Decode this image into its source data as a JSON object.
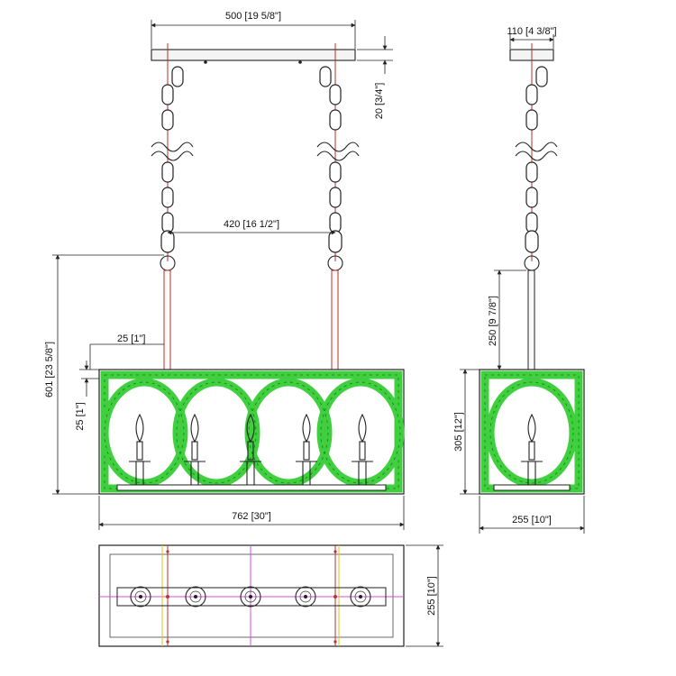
{
  "dimensions": {
    "canopy_width": "500 [19 5/8\"]",
    "canopy_depth": "110 [4 3/8\"]",
    "canopy_height": "20 [3/4\"]",
    "rod_spacing": "420 [16 1/2\"]",
    "frame_top_offset": "25 [1\"]",
    "overall_height": "601 [23 5/8\"]",
    "frame_band": "25 [1\"]",
    "body_length": "762 [30\"]",
    "side_rod_length": "250 [9 7/8\"]",
    "body_height": "305 [12\"]",
    "body_width": "255 [10\"]",
    "bottom_width": "255 [10\"]"
  },
  "colors": {
    "frame": "#3fcf3f",
    "rod": "#b0332c",
    "center_line": "#d44fd4",
    "yellow_line": "#e0c020"
  }
}
